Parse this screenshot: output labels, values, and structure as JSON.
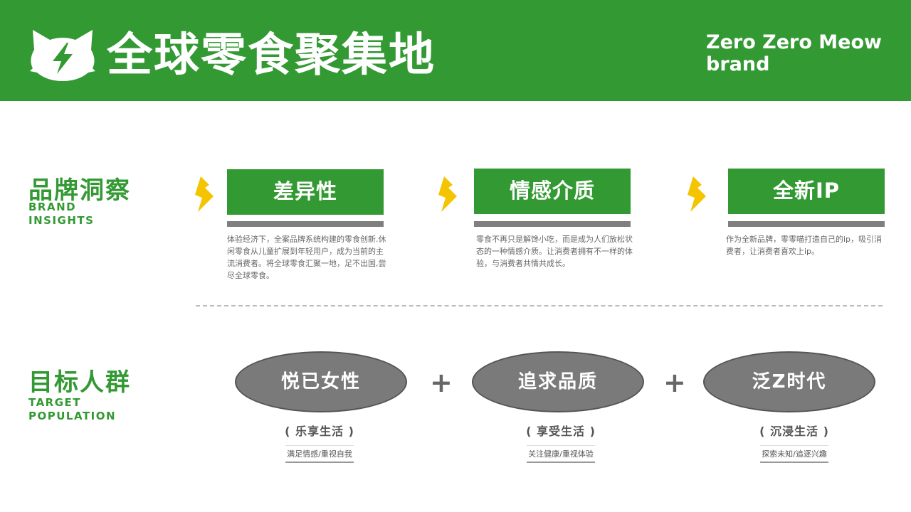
{
  "header": {
    "title": "全球零食聚集地",
    "brand_en": "Zero Zero Meow brand",
    "logo_icon": "cat-head-lightning-icon",
    "background_color": "#339933"
  },
  "insights": {
    "title_cn": "品牌洞察",
    "title_en_line1": "BRAND",
    "title_en_line2": "INSIGHTS",
    "cards": [
      {
        "label": "差异性",
        "description": "体验经济下，全案品牌系统构建的零食创新.休闲零食从儿童扩展到年轻用户，成为当前的主流消费者。将全球零食汇聚一地，足不出国,尝尽全球零食。"
      },
      {
        "label": "情感介质",
        "description": "零食不再只是解馋小吃，而是成为人们放松状态的一种情感介质。让消费者拥有不一样的体验，与消费者共情共成长。"
      },
      {
        "label": "全新IP",
        "description": "作为全新品牌，零零喵打造自己的ip，吸引消费者，让消费者喜欢上ip。"
      }
    ],
    "accent_color": "#F5C400"
  },
  "target": {
    "title_cn": "目标人群",
    "title_en_line1": "TARGET",
    "title_en_line2": "POPULATION",
    "plus": "+",
    "groups": [
      {
        "label": "悦已女性",
        "sub_title": "( 乐享生活 )",
        "tag": "满足情感/重视自我"
      },
      {
        "label": "追求品质",
        "sub_title": "( 享受生活 )",
        "tag": "关注健康/重视体验"
      },
      {
        "label": "泛Z时代",
        "sub_title": "( 沉浸生活 )",
        "tag": "探索未知/追逐兴趣"
      }
    ]
  }
}
